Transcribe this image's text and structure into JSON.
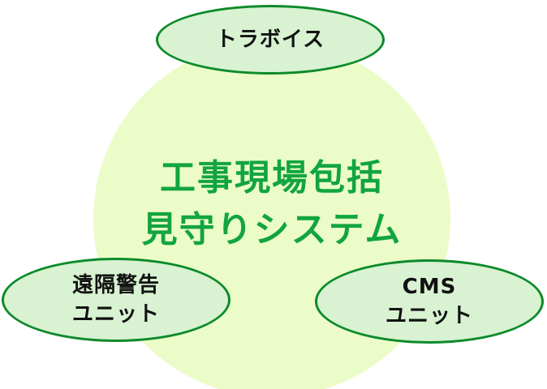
{
  "center": {
    "line1": "工事現場包括",
    "line2": "見守りシステム"
  },
  "nodes": {
    "top": {
      "line1": "トラボイス"
    },
    "left": {
      "line1": "遠隔警告",
      "line2": "ユニット"
    },
    "right": {
      "line1": "CMS",
      "line2": "ユニット"
    }
  },
  "colors": {
    "background_circle": "#ebfcc8",
    "title_text": "#12a53f",
    "ellipse_fill": "#d8f2d2",
    "ellipse_border": "#0c8a2a"
  }
}
